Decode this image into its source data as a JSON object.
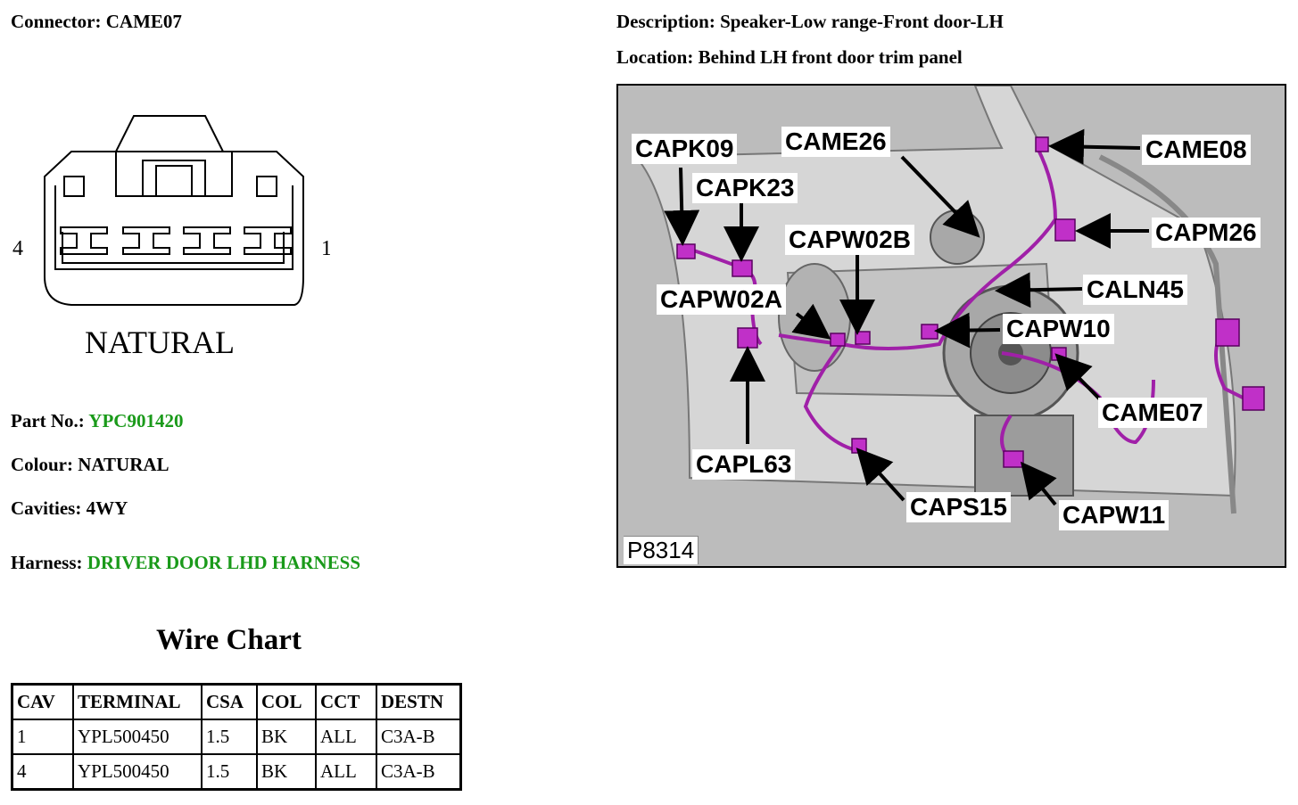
{
  "connector": {
    "label": "Connector:",
    "value": "CAME07"
  },
  "description": {
    "label": "Description:",
    "value": "Speaker-Low range-Front door-LH"
  },
  "location": {
    "label": "Location:",
    "value": "Behind LH front door trim panel"
  },
  "connector_view": {
    "pin_left": "4",
    "pin_right": "1",
    "colour_text": "NATURAL"
  },
  "part_no": {
    "label": "Part No.:",
    "value": "YPC901420"
  },
  "colour": {
    "label": "Colour:",
    "value": "NATURAL"
  },
  "cavities": {
    "label": "Cavities:",
    "value": "4WY"
  },
  "harness": {
    "label": "Harness:",
    "value": "DRIVER DOOR LHD HARNESS"
  },
  "wire_chart": {
    "title": "Wire Chart",
    "headers": [
      "CAV",
      "TERMINAL",
      "CSA",
      "COL",
      "CCT",
      "DESTN"
    ],
    "rows": [
      [
        "1",
        "YPL500450",
        "1.5",
        "BK",
        "ALL",
        "C3A-B"
      ],
      [
        "4",
        "YPL500450",
        "1.5",
        "BK",
        "ALL",
        "C3A-B"
      ]
    ]
  },
  "photo": {
    "figure_id": "P8314",
    "callouts": [
      "CAPK09",
      "CAME26",
      "CAME08",
      "CAPK23",
      "CAPW02B",
      "CAPM26",
      "CALN45",
      "CAPW02A",
      "CAPW10",
      "CAME07",
      "CAPL63",
      "CAPS15",
      "CAPW11"
    ]
  },
  "colors": {
    "accent_green": "#1a9a1a",
    "harness_purple": "#a020a8"
  }
}
